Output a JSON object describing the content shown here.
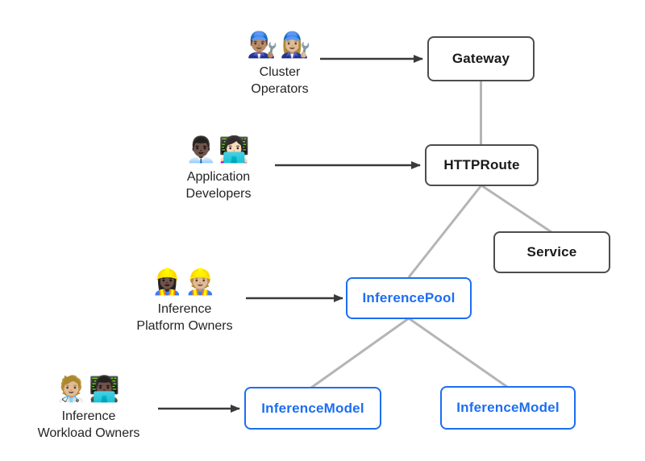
{
  "personas": [
    {
      "id": "cluster-operators",
      "emoji": "👨🏽‍🔧👩🏼‍🔧",
      "icon_name": "mechanics-emoji",
      "label_line1": "Cluster",
      "label_line2": "Operators",
      "points_to": "Gateway"
    },
    {
      "id": "application-developers",
      "emoji": "👨🏿‍💼👩🏻‍💻",
      "icon_name": "office-worker-and-technologist-emoji",
      "label_line1": "Application",
      "label_line2": "Developers",
      "points_to": "HTTPRoute"
    },
    {
      "id": "inference-platform-owners",
      "emoji": "👷🏿‍♀️👷🏼",
      "icon_name": "construction-workers-emoji",
      "label_line1": "Inference",
      "label_line2": "Platform Owners",
      "points_to": "InferencePool"
    },
    {
      "id": "inference-workload-owners",
      "emoji": "🧑🏼‍⚕️👨🏿‍💻",
      "icon_name": "health-worker-and-technologist-emoji",
      "label_line1": "Inference",
      "label_line2": "Workload Owners",
      "points_to": "InferenceModel"
    }
  ],
  "nodes": [
    {
      "id": "gateway",
      "label": "Gateway",
      "style": "core"
    },
    {
      "id": "httproute",
      "label": "HTTPRoute",
      "style": "core"
    },
    {
      "id": "service",
      "label": "Service",
      "style": "core"
    },
    {
      "id": "inferencepool",
      "label": "InferencePool",
      "style": "extension"
    },
    {
      "id": "inferencemodel-1",
      "label": "InferenceModel",
      "style": "extension"
    },
    {
      "id": "inferencemodel-2",
      "label": "InferenceModel",
      "style": "extension"
    }
  ],
  "edges": [
    {
      "from": "gateway",
      "to": "httproute",
      "style": "hierarchy-line"
    },
    {
      "from": "httproute",
      "to": "service",
      "style": "hierarchy-line"
    },
    {
      "from": "httproute",
      "to": "inferencepool",
      "style": "hierarchy-line"
    },
    {
      "from": "inferencepool",
      "to": "inferencemodel-1",
      "style": "hierarchy-line"
    },
    {
      "from": "inferencepool",
      "to": "inferencemodel-2",
      "style": "hierarchy-line"
    },
    {
      "from": "cluster-operators",
      "to": "gateway",
      "style": "arrow"
    },
    {
      "from": "application-developers",
      "to": "httproute",
      "style": "arrow"
    },
    {
      "from": "inference-platform-owners",
      "to": "inferencepool",
      "style": "arrow"
    },
    {
      "from": "inference-workload-owners",
      "to": "inferencemodel-1",
      "style": "arrow"
    }
  ],
  "colors": {
    "background": "#ffffff",
    "core_border": "#4d4d4d",
    "core_text": "#1a1a1a",
    "extension_blue": "#1c6ef2",
    "connector_gray": "#b5b5b5",
    "arrow_dark": "#3a3a3a",
    "persona_text": "#242424"
  }
}
